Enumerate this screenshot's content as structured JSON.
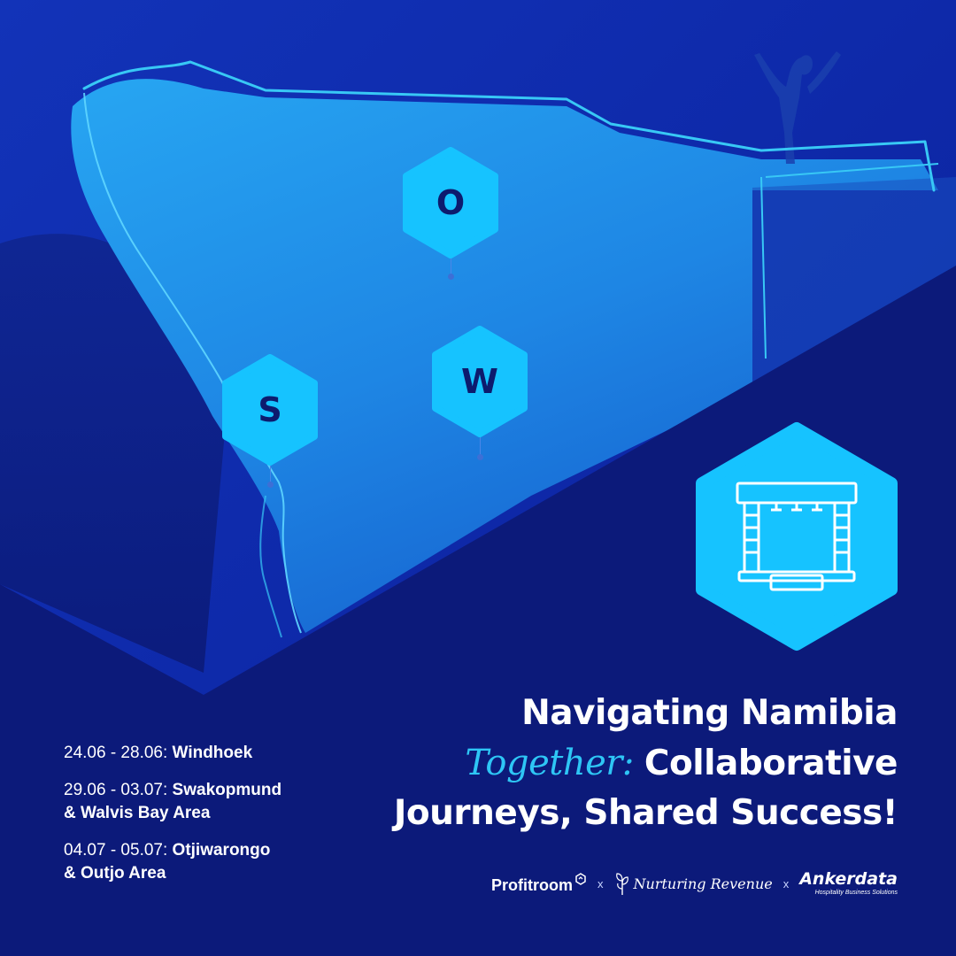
{
  "map_markers": [
    {
      "letter": "O"
    },
    {
      "letter": "S"
    },
    {
      "letter": "W"
    }
  ],
  "headline": {
    "line1": "Navigating Namibia",
    "script_word": "Together:",
    "line2_rest": "Collaborative",
    "line3": "Journeys, Shared Success!"
  },
  "schedule": [
    {
      "dates": "24.06 - 28.06:",
      "place_line1": "Windhoek",
      "place_line2": ""
    },
    {
      "dates": "29.06 - 03.07:",
      "place_line1": "Swakopmund",
      "place_line2": "& Walvis Bay Area"
    },
    {
      "dates": "04.07 - 05.07:",
      "place_line1": "Otjiwarongo",
      "place_line2": "& Outjo Area"
    }
  ],
  "partners": {
    "profitroom": "Profitroom",
    "separator": "x",
    "nurturing": "Nurturing Revenue",
    "ankerdata": "Ankerdata",
    "ankerdata_tagline": "Hospitality Business Solutions"
  },
  "colors": {
    "background_dark": "#0c1a7a",
    "map_fill": "#1f8fe6",
    "hex_fill": "#16c3ff",
    "letter": "#0d1b6e",
    "script_accent": "#2ec6f5",
    "border_line": "#38c8f5"
  },
  "icons": {
    "stage": "stage-icon",
    "profitroom_mark": "profitroom-logo-icon",
    "nurturing_mark": "sprout-icon"
  }
}
